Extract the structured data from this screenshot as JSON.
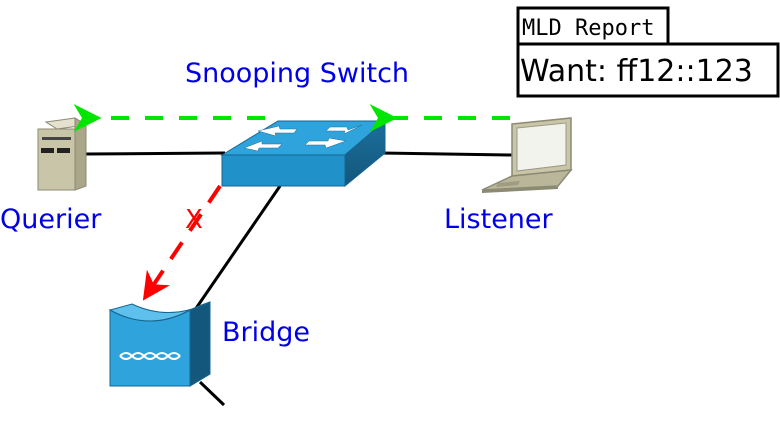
{
  "labels": {
    "switch": "Snooping Switch",
    "querier": "Querier",
    "listener": "Listener",
    "bridge": "Bridge",
    "blocked_mark": "X"
  },
  "report_box": {
    "title": "MLD Report",
    "body": "Want: ff12::123"
  },
  "colors": {
    "label_text": "#0000e6",
    "allowed_flow": "#00e600",
    "blocked_flow": "#ff0000",
    "link": "#000000",
    "switch_blue": "#2a9bd3",
    "device_beige": "#c8c5a8"
  }
}
